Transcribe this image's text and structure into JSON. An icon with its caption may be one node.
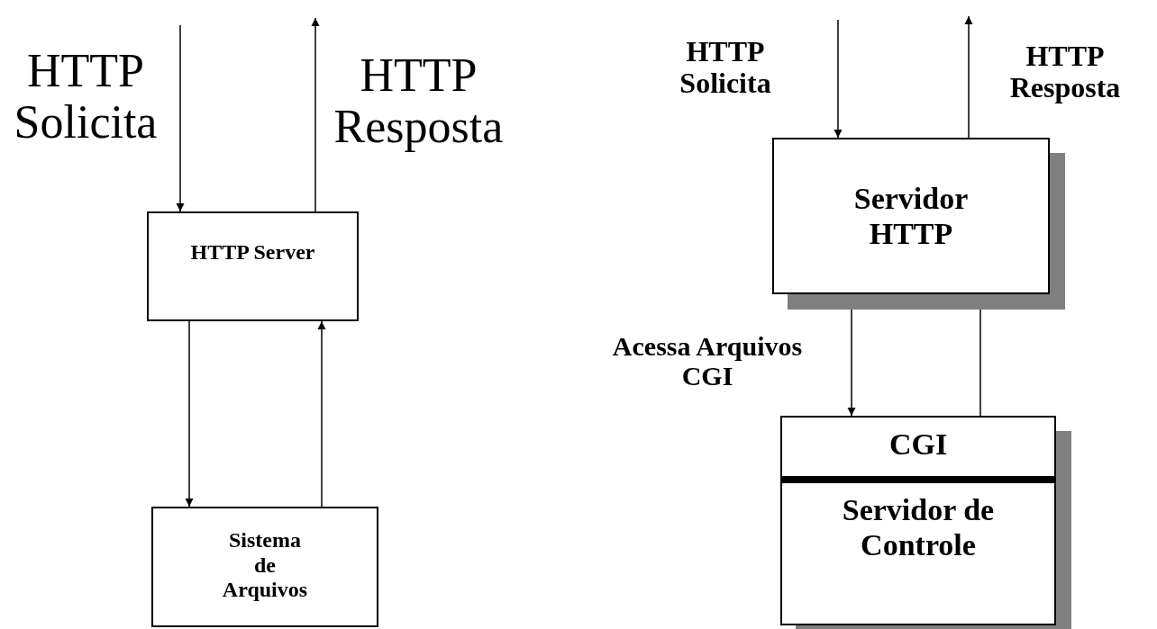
{
  "diagram": {
    "nodes": [
      {
        "text": [
          "HTTP Server"
        ]
      },
      {
        "text": [
          "Sistema de Arquivos"
        ]
      },
      {
        "text": [
          "Servidor HTTP"
        ]
      },
      {
        "text": [
          "CGI",
          "Servidor de Controle"
        ]
      }
    ],
    "edges": [
      {
        "from": null,
        "to": 0,
        "arrow": "to",
        "label": "HTTP Solicita"
      },
      {
        "from": 0,
        "to": null,
        "arrow": "to",
        "label": "HTTP Resposta"
      },
      {
        "from": 0,
        "to": 1,
        "arrow": "to"
      },
      {
        "from": 1,
        "to": 0,
        "arrow": "to"
      },
      {
        "from": null,
        "to": 2,
        "arrow": "to",
        "label": "HTTP Solicita"
      },
      {
        "from": 2,
        "to": null,
        "arrow": "to",
        "label": "HTTP Resposta"
      },
      {
        "from": 2,
        "to": 3,
        "arrow": "to",
        "label": "Acessa Arquivos CGI"
      },
      {
        "from": 3,
        "to": 2,
        "arrow": "to"
      }
    ]
  }
}
